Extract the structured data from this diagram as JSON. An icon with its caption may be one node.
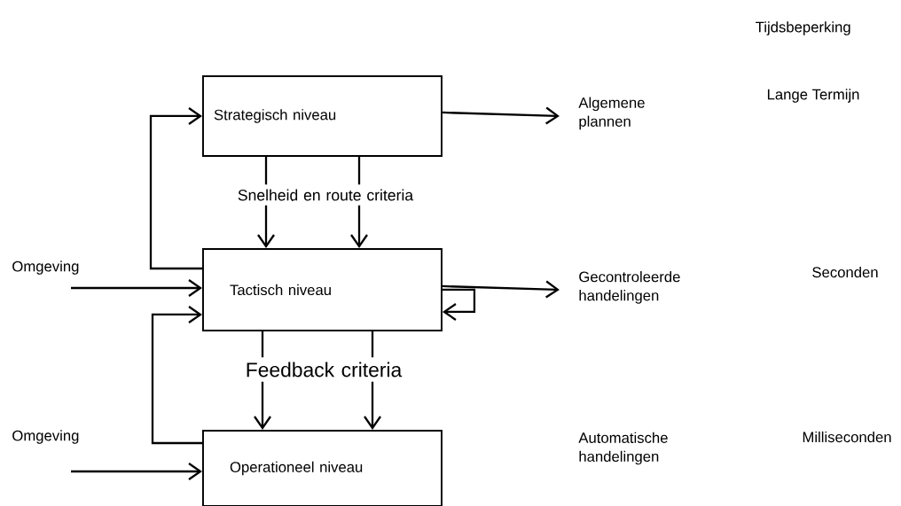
{
  "diagram": {
    "nodes": [
      {
        "text": [
          "Strategisch niveau"
        ]
      },
      {
        "text": [
          "Tactisch niveau"
        ]
      },
      {
        "text": [
          "Operationeel niveau"
        ]
      },
      {
        "text": [
          "Algemene plannen"
        ]
      },
      {
        "text": [
          "Gecontroleerde handelingen"
        ]
      }
    ],
    "edges": [
      {
        "from": 0,
        "to": 1,
        "arrow": "to",
        "label": "Snelheid en route criteria"
      },
      {
        "from": 0,
        "to": 1,
        "arrow": "to"
      },
      {
        "from": 1,
        "to": 2,
        "arrow": "to",
        "label": "Feedback criteria"
      },
      {
        "from": 1,
        "to": 2,
        "arrow": "to"
      },
      {
        "from": 1,
        "to": 0,
        "arrow": "to"
      },
      {
        "from": 2,
        "to": 1,
        "arrow": "to"
      },
      {
        "from": 1,
        "to": 1,
        "arrow": "to"
      },
      {
        "from": null,
        "to": 1,
        "arrow": "to"
      },
      {
        "from": null,
        "to": 2,
        "arrow": "to"
      },
      {
        "from": 0,
        "to": 3,
        "arrow": "to"
      },
      {
        "from": 1,
        "to": 4,
        "arrow": "to"
      }
    ],
    "labels": [
      "Tijdsbeperking",
      "Lange Termijn",
      "Omgeving",
      "Seconden",
      "Omgeving",
      "Automatische handelingen",
      "Milliseconden"
    ]
  }
}
